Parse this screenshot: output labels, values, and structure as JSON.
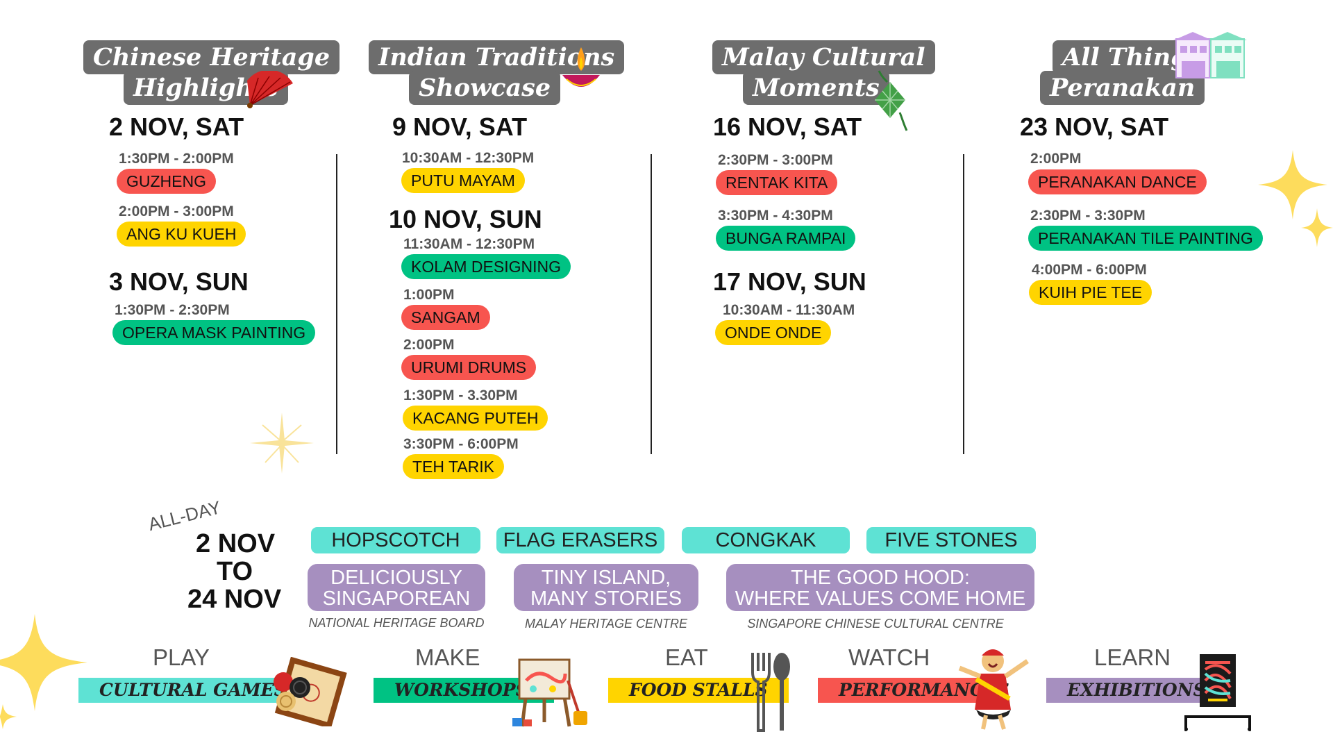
{
  "categories": {
    "chinese": {
      "title_line1": "Chinese Heritage",
      "title_line2": "Highlights"
    },
    "indian": {
      "title_line1": "Indian Traditions",
      "title_line2": "Showcase"
    },
    "malay": {
      "title_line1": "Malay Cultural",
      "title_line2": "Moments"
    },
    "peranakan": {
      "title_line1": "All Things",
      "title_line2": "Peranakan"
    }
  },
  "chinese": {
    "day1": {
      "date": "2 NOV, SAT",
      "events": [
        {
          "time": "1:30PM - 2:00PM",
          "name": "GUZHENG"
        },
        {
          "time": "2:00PM - 3:00PM",
          "name": "ANG KU KUEH"
        }
      ]
    },
    "day2": {
      "date": "3 NOV, SUN",
      "events": [
        {
          "time": "1:30PM - 2:30PM",
          "name": "OPERA MASK PAINTING"
        }
      ]
    }
  },
  "indian": {
    "day1": {
      "date": "9 NOV, SAT",
      "events": [
        {
          "time": "10:30AM - 12:30PM",
          "name": "PUTU MAYAM"
        }
      ]
    },
    "day2": {
      "date": "10 NOV, SUN",
      "events": [
        {
          "time": "11:30AM - 12:30PM",
          "name": "KOLAM DESIGNING"
        },
        {
          "time": "1:00PM",
          "name": "SANGAM"
        },
        {
          "time": "2:00PM",
          "name": "URUMI DRUMS"
        },
        {
          "time": "1:30PM - 3.30PM",
          "name": "KACANG PUTEH"
        },
        {
          "time": "3:30PM - 6:00PM",
          "name": "TEH TARIK"
        }
      ]
    }
  },
  "malay": {
    "day1": {
      "date": "16 NOV, SAT",
      "events": [
        {
          "time": "2:30PM - 3:00PM",
          "name": "RENTAK KITA"
        },
        {
          "time": "3:30PM - 4:30PM",
          "name": "BUNGA RAMPAI"
        }
      ]
    },
    "day2": {
      "date": "17 NOV, SUN",
      "events": [
        {
          "time": "10:30AM - 11:30AM",
          "name": "ONDE ONDE"
        }
      ]
    }
  },
  "peranakan": {
    "day1": {
      "date": "23 NOV, SAT",
      "events": [
        {
          "time": "2:00PM",
          "name": "PERANAKAN DANCE"
        },
        {
          "time": "2:30PM - 3:30PM",
          "name": "PERANAKAN TILE PAINTING"
        },
        {
          "time": "4:00PM - 6:00PM",
          "name": "KUIH PIE TEE"
        }
      ]
    }
  },
  "allday": {
    "label": "ALL-DAY",
    "line1": "2 NOV",
    "line2": "TO",
    "line3": "24 NOV",
    "games": [
      "HOPSCOTCH",
      "FLAG ERASERS",
      "CONGKAK",
      "FIVE STONES"
    ],
    "exhibitions": [
      {
        "line1": "DELICIOUSLY",
        "line2": "SINGAPOREAN",
        "org": "NATIONAL HERITAGE BOARD"
      },
      {
        "line1": "TINY ISLAND,",
        "line2": "MANY STORIES",
        "org": "MALAY HERITAGE CENTRE"
      },
      {
        "line1": "THE GOOD HOOD:",
        "line2": "WHERE VALUES COME HOME",
        "org": "SINGAPORE CHINESE CULTURAL CENTRE"
      }
    ]
  },
  "legend": [
    {
      "label": "PLAY",
      "bar": "CULTURAL GAMES",
      "color": "#5ee2d4",
      "icon": "carrom-board-icon"
    },
    {
      "label": "MAKE",
      "bar": "WORKSHOPS",
      "color": "#00c283",
      "icon": "easel-paint-icon"
    },
    {
      "label": "EAT",
      "bar": "FOOD STALLS",
      "color": "#ffd400",
      "icon": "fork-spoon-icon"
    },
    {
      "label": "WATCH",
      "bar": "PERFORMANCES",
      "color": "#f7554f",
      "icon": "dancer-icon"
    },
    {
      "label": "LEARN",
      "bar": "EXHIBITIONS",
      "color": "#a68fbf",
      "icon": "framed-artwork-icon"
    }
  ],
  "colors": {
    "red": "#f7554f",
    "yellow": "#ffd400",
    "green": "#00c283",
    "teal": "#5ee2d4",
    "purple": "#a68fbf",
    "grey": "#6d6d6d"
  }
}
